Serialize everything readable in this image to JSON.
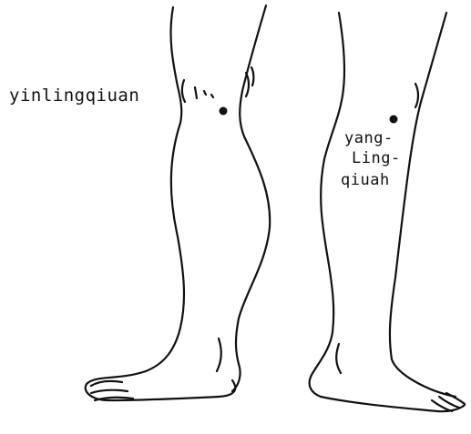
{
  "labels": {
    "yinlingquan": "yinlingqiuan",
    "yang_line1": "yang-",
    "yang_line2": "Ling-",
    "yang_line3": "qiuah"
  },
  "colors": {
    "ink": "#111111",
    "background": "#ffffff"
  }
}
